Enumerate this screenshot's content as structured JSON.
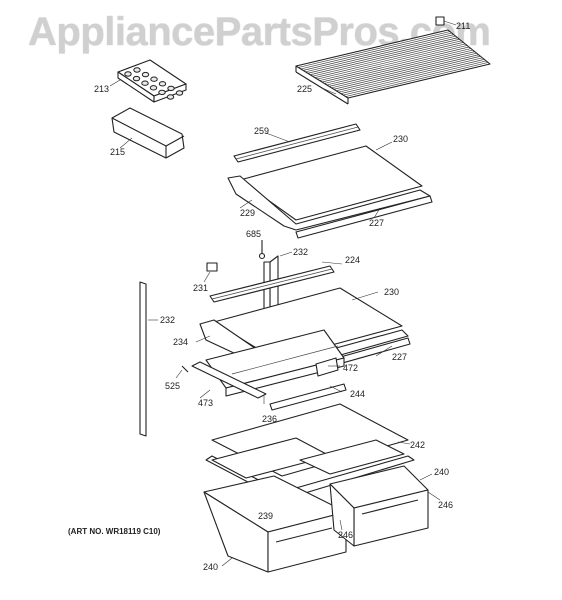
{
  "watermark": "AppliancePartsPros.com",
  "art_number": "(ART NO. WR18119 C10)",
  "callouts": [
    {
      "id": "211",
      "label": "211"
    },
    {
      "id": "213",
      "label": "213"
    },
    {
      "id": "225",
      "label": "225"
    },
    {
      "id": "215",
      "label": "215"
    },
    {
      "id": "259",
      "label": "259"
    },
    {
      "id": "230a",
      "label": "230"
    },
    {
      "id": "229",
      "label": "229"
    },
    {
      "id": "227a",
      "label": "227"
    },
    {
      "id": "685",
      "label": "685"
    },
    {
      "id": "232a",
      "label": "232"
    },
    {
      "id": "224",
      "label": "224"
    },
    {
      "id": "231",
      "label": "231"
    },
    {
      "id": "230b",
      "label": "230"
    },
    {
      "id": "232b",
      "label": "232"
    },
    {
      "id": "234",
      "label": "234"
    },
    {
      "id": "227b",
      "label": "227"
    },
    {
      "id": "472",
      "label": "472"
    },
    {
      "id": "525",
      "label": "525"
    },
    {
      "id": "244",
      "label": "244"
    },
    {
      "id": "473",
      "label": "473"
    },
    {
      "id": "236",
      "label": "236"
    },
    {
      "id": "242",
      "label": "242"
    },
    {
      "id": "240a",
      "label": "240"
    },
    {
      "id": "246a",
      "label": "246"
    },
    {
      "id": "239",
      "label": "239"
    },
    {
      "id": "246b",
      "label": "246"
    },
    {
      "id": "240b",
      "label": "240"
    }
  ]
}
